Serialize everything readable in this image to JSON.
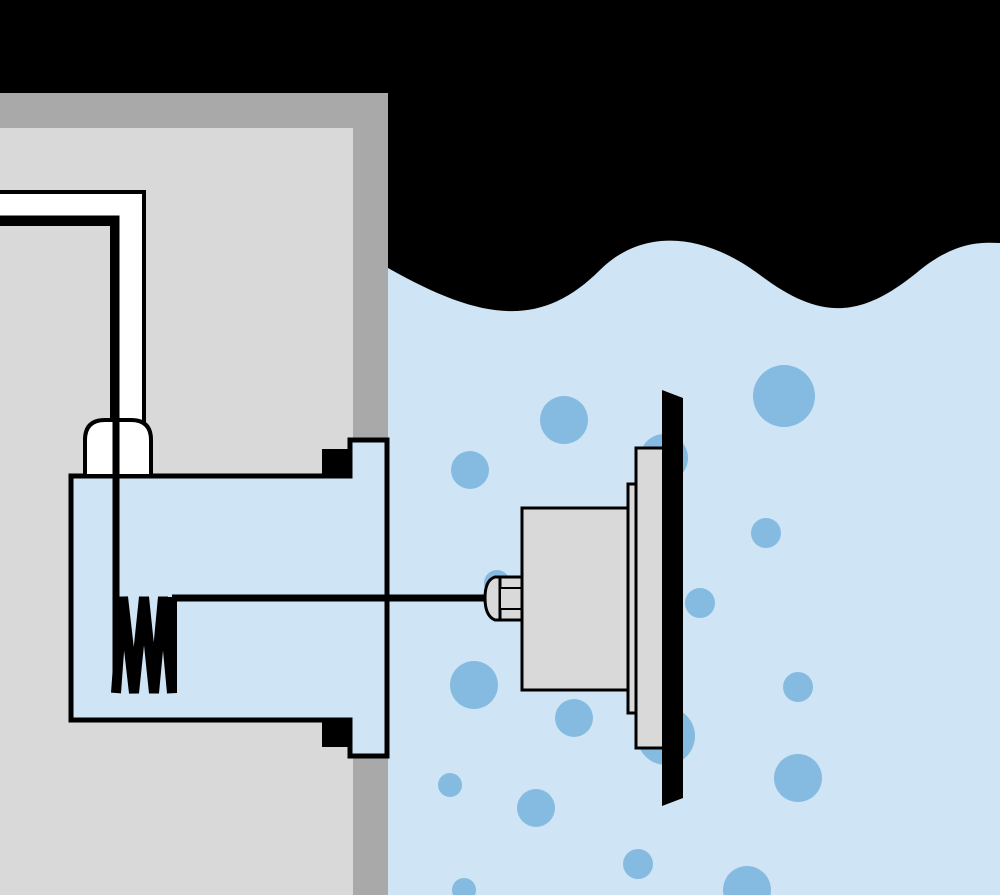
{
  "diagram": {
    "colors": {
      "background": "#000000",
      "wall_outer": "#a9a9a9",
      "wall_inner": "#d9d9d9",
      "water": "#cfe4f4",
      "bubble": "#85bbe0",
      "housing_fill": "#cfe4f4",
      "light_fill": "#d9d9d9",
      "outline": "#000000",
      "cable_white": "#ffffff"
    },
    "elements": [
      "pool-wall",
      "pool-water",
      "wall-niche-housing",
      "conduit",
      "cable-coil",
      "underwater-light-fixture",
      "cable-gland",
      "air-bubbles"
    ]
  }
}
